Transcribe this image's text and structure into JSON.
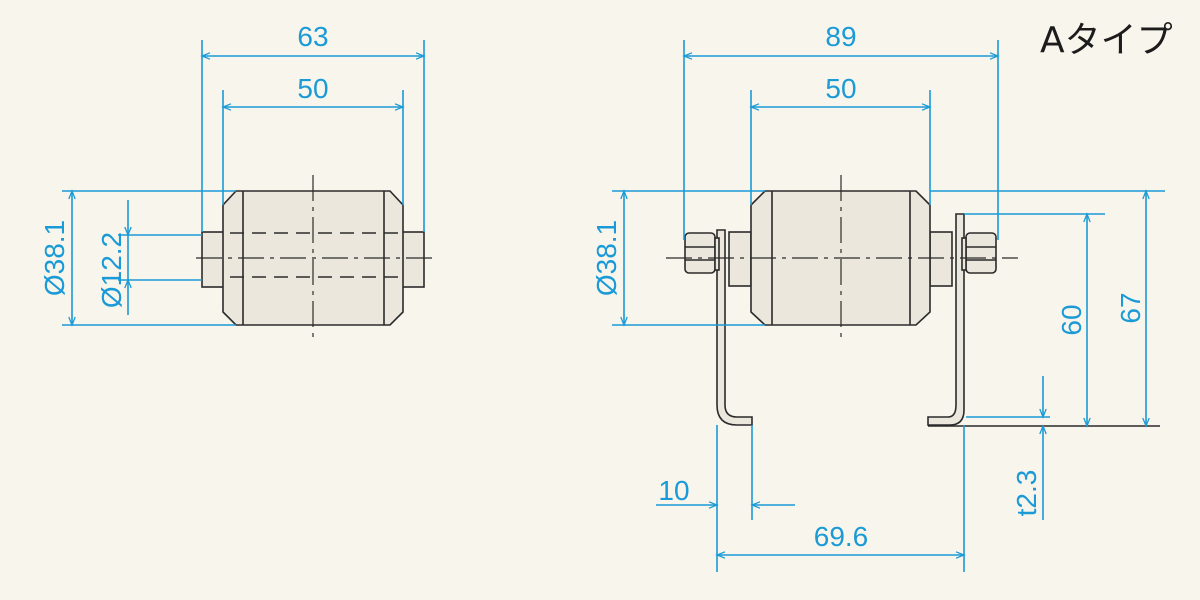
{
  "title": "Aタイプ",
  "left_view": {
    "width_overall": "63",
    "width_roller": "50",
    "dia_roller": "Ø38.1",
    "dia_shaft": "Ø12.2"
  },
  "right_view": {
    "width_overall": "89",
    "width_roller": "50",
    "dia_roller": "Ø38.1",
    "height_axis": "60",
    "height_total": "67",
    "bracket_flange": "10",
    "bracket_span": "69.6",
    "thickness": "t2.3"
  },
  "colors": {
    "dimension": "#1a9ad6",
    "outline": "#2b2b2b",
    "background": "#f8f5ec"
  }
}
